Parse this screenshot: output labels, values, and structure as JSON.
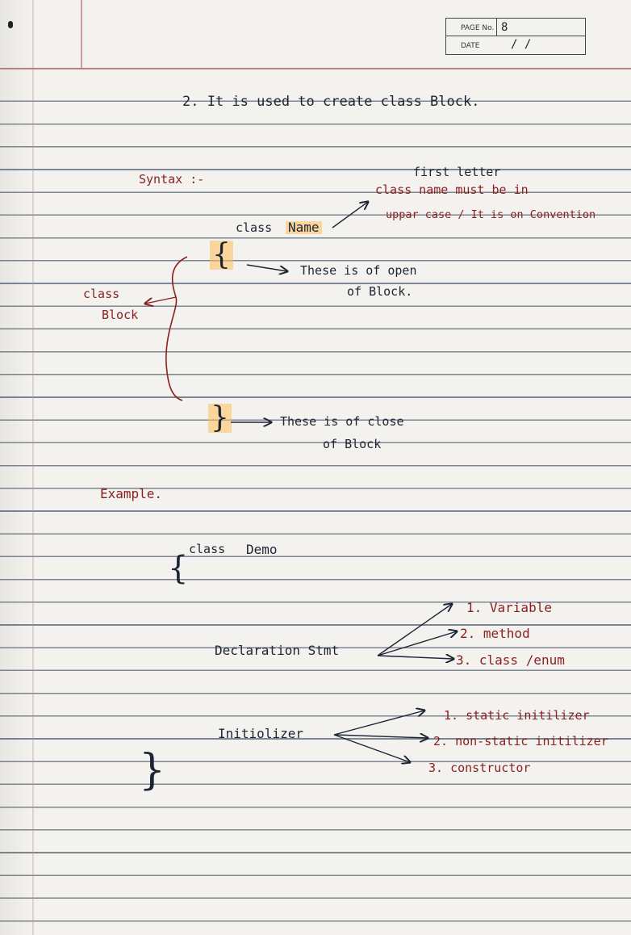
{
  "header": {
    "page_label": "PAGE No.",
    "page_value": "8",
    "date_label": "DATE",
    "date_value": "/   /"
  },
  "notes": {
    "line_point2": "2. It is used to create class Block.",
    "syntax_label": "Syntax :-",
    "note_first_letter": "first letter",
    "note_class_name": "class name must be in",
    "note_uppar_case": "uppar case / It is on Convention",
    "class_kw": "class",
    "name_kw": "Name",
    "open_brace": "{",
    "open_note_1": "These is of open",
    "open_note_2": "of Block.",
    "class_block_1": "class",
    "class_block_2": "Block",
    "close_brace": "}",
    "close_note_1": "These is of close",
    "close_note_2": "of Block",
    "example_label": "Example.",
    "example_class": "class",
    "example_demo": "Demo",
    "example_open_brace": "{",
    "declaration_label": "Declaration Stmt",
    "decl_items": [
      "1. Variable",
      "2. method",
      "3. class /enum"
    ],
    "initializer_label": "Initiolizer",
    "init_items": [
      "1. static initilizer",
      "2. non-static initilizer",
      "3. constructor"
    ],
    "example_close_brace": "}"
  },
  "colors": {
    "ink": "#1d2433",
    "red_ink": "#8a1f1f",
    "highlighter": "#ffbe5a",
    "rule_line": "#7d8794",
    "margin_line": "#b97f7f"
  }
}
